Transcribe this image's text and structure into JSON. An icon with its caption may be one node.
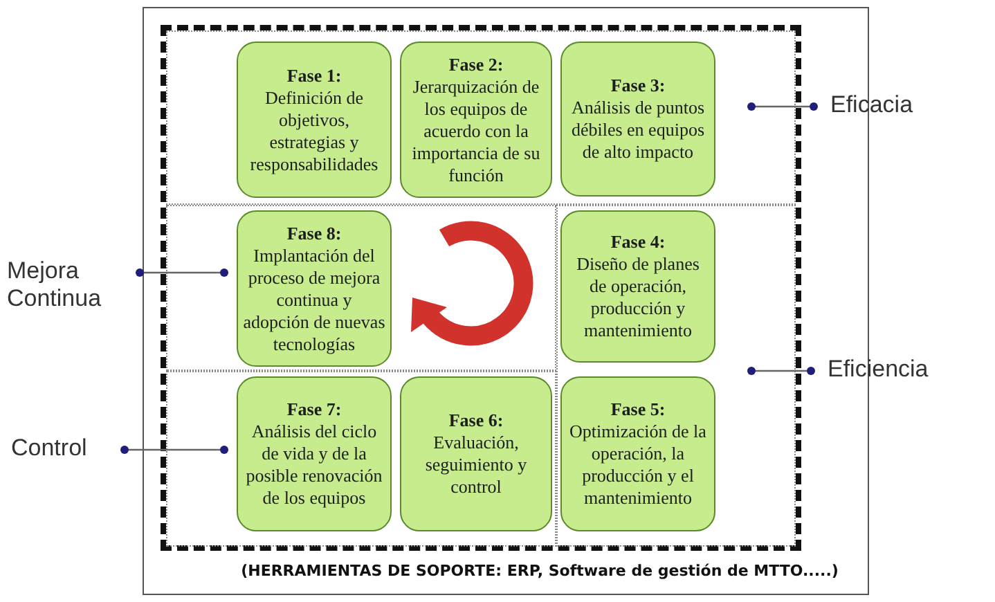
{
  "diagram": {
    "nodes": [
      {
        "text": [],
        "shape": "box"
      },
      {
        "text": [
          "Fase 1:",
          "Definición de objetivos, estrategias y responsabilidades"
        ],
        "in": 0
      },
      {
        "text": [
          "Fase 2:",
          "Jerarquización de los equipos de acuerdo con la importancia de su función"
        ],
        "in": 0
      },
      {
        "text": [
          "Fase 3:",
          "Análisis de puntos débiles en equipos de alto impacto"
        ],
        "in": 0
      },
      {
        "text": [],
        "shape": "box"
      },
      {
        "text": [
          "Fase 8:",
          "Implantación del proceso de mejora continua y adopción de nuevas tecnologías"
        ],
        "in": 4
      },
      {
        "text": [],
        "shape": "box"
      },
      {
        "text": [
          "Fase 4:",
          "Diseño de planes de operación, producción y mantenimiento"
        ],
        "in": 6
      },
      {
        "text": [
          "Fase 5:",
          "Optimización de la operación, la producción y el mantenimiento"
        ],
        "in": 6
      },
      {
        "text": [],
        "shape": "box"
      },
      {
        "text": [
          "Fase 7:",
          "Análisis del ciclo de vida y de la posible renovación de los equipos"
        ],
        "in": 9
      },
      {
        "text": [
          "Fase 6:",
          "Evaluación, seguimiento y control"
        ],
        "in": 9
      },
      {
        "text": [
          "Eficacia"
        ]
      },
      {
        "text": [
          "Mejora Continua"
        ]
      },
      {
        "text": [
          "Eficiencia"
        ]
      },
      {
        "text": [
          "Control"
        ]
      }
    ],
    "edges": [
      {
        "from": 12,
        "to": 0,
        "arrow": "other"
      },
      {
        "from": 13,
        "to": 4,
        "arrow": "other"
      },
      {
        "from": 14,
        "to": 6,
        "arrow": "other"
      },
      {
        "from": 15,
        "to": 9,
        "arrow": "other"
      }
    ],
    "labels": [
      "(HERRAMIENTAS DE SOPORTE: ERP, Software de gestión de MTTO.....)"
    ]
  }
}
